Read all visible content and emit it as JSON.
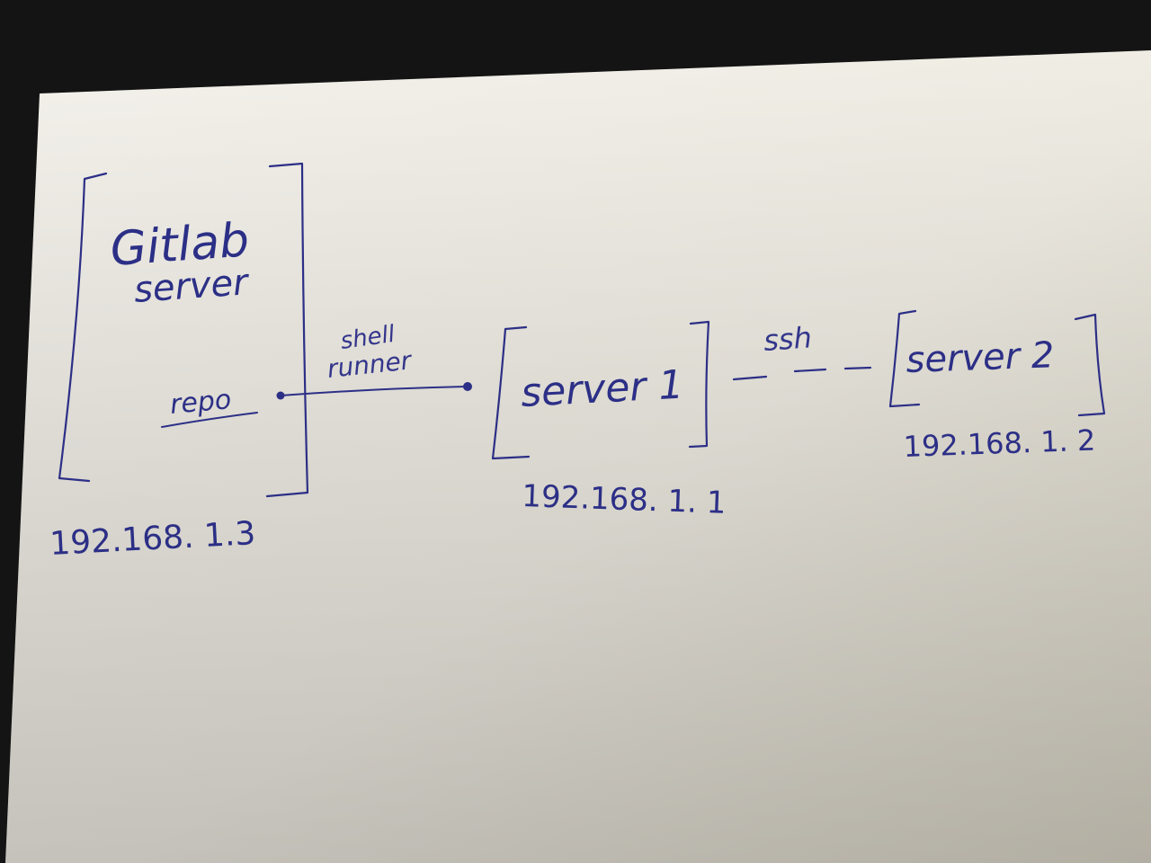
{
  "colors": {
    "ink": "#2c2f86",
    "paper": "#f2efe7",
    "background": "#141414"
  },
  "nodes": {
    "gitlab": {
      "title_line1": "Gitlab",
      "title_line2": "server",
      "inner_label": "repo",
      "ip": "192.168. 1.3"
    },
    "server1": {
      "label": "server 1",
      "ip": "192.168. 1. 1"
    },
    "server2": {
      "label": "server 2",
      "ip": "192.168. 1. 2"
    }
  },
  "edges": {
    "runner": {
      "label_line1": "shell",
      "label_line2": "runner"
    },
    "ssh": {
      "label": "ssh"
    }
  }
}
